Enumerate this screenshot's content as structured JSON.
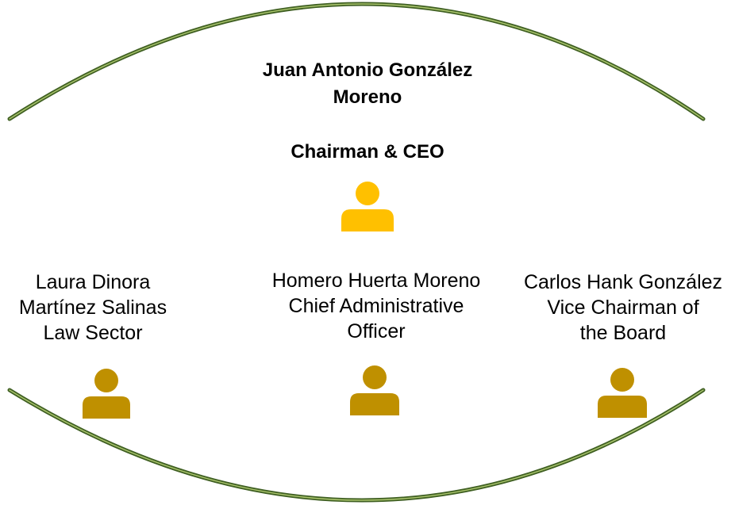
{
  "colors": {
    "arc_stroke": "#3f5f22",
    "arc_highlight": "#a9c46c",
    "ceo_icon": "#ffc000",
    "member_icon": "#bf9000",
    "background": "#ffffff"
  },
  "ceo": {
    "name": "Juan Antonio González\nMoreno",
    "title": "Chairman & CEO",
    "icon": "person-icon"
  },
  "members": [
    {
      "lines": [
        "Laura Dinora",
        "Martínez Salinas",
        "Law Sector"
      ],
      "icon": "person-icon"
    },
    {
      "lines": [
        "Homero Huerta Moreno",
        "Chief Administrative",
        "Officer"
      ],
      "icon": "person-icon"
    },
    {
      "lines": [
        "Carlos Hank González",
        "Vice Chairman of",
        "the Board"
      ],
      "icon": "person-icon"
    }
  ]
}
